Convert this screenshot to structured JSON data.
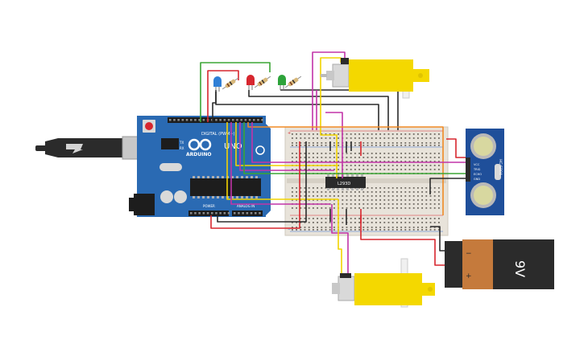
{
  "arduino": {
    "brand": "ARDUINO",
    "model": "UNO",
    "header_digital": "DIGITAL (PWM~)",
    "header_power": "POWER",
    "header_analog": "ANALOG IN",
    "pin_labels_tx_rx": [
      "TX",
      "RX"
    ],
    "label_l": "L",
    "label_on": "ON"
  },
  "driver_chip": {
    "label": "L293D"
  },
  "battery": {
    "label": "9V",
    "minus": "−",
    "plus": "+"
  },
  "sensor": {
    "model": "HC-SR04",
    "pins": [
      "VCC",
      "TRIG",
      "ECHO",
      "GND"
    ]
  },
  "breadboard": {
    "rail_plus": "+",
    "rail_minus": "−"
  },
  "colors": {
    "arduino_blue": "#2a6ab3",
    "breadboard": "#e8e3da",
    "motor_yellow": "#f4d800",
    "battery_orange": "#c57a3c",
    "battery_black": "#2b2b2b",
    "sensor_blue": "#1f4f9a",
    "wire_red": "#d7262e",
    "wire_black": "#2b2b2b",
    "wire_green": "#3ba535",
    "wire_yellow": "#f2d400",
    "wire_magenta": "#c234a8",
    "wire_orange": "#f08a24",
    "led_blue": "#2f7fd6",
    "led_red": "#d7262e",
    "led_green": "#2da33a"
  }
}
